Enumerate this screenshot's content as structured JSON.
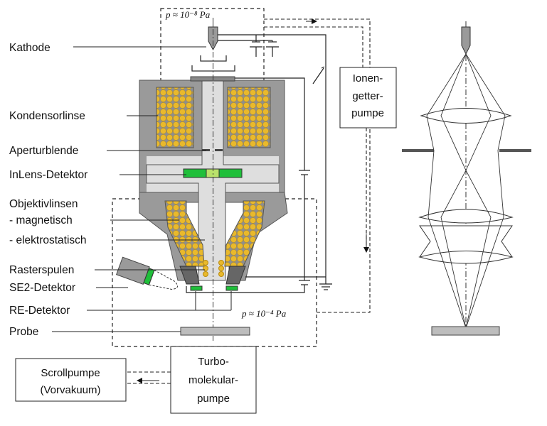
{
  "labels": {
    "kathode": "Kathode",
    "kondensorlinse": "Kondensorlinse",
    "aperturblende": "Aperturblende",
    "inlens": "InLens-Detektor",
    "objektiv1": "Objektivlinsen",
    "objektiv2": "- magnetisch",
    "objektiv3": "- elektrostatisch",
    "rasterspulen": "Rasterspulen",
    "se2": "SE2-Detektor",
    "re": "RE-Detektor",
    "probe": "Probe"
  },
  "pressure": {
    "high_vacuum": "p ≈ 10⁻⁸ Pa",
    "chamber": "p ≈ 10⁻⁴ Pa"
  },
  "pumps": {
    "ion": [
      "Ionen-",
      "getter-",
      "pumpe"
    ],
    "turbo": [
      "Turbo-",
      "molekular-",
      "pumpe"
    ],
    "scroll": [
      "Scrollpumpe",
      "(Vorvakuum)"
    ]
  },
  "colors": {
    "coil": "#e9b92c",
    "detector_green": "#1fbf3a",
    "detector_light": "#b9e26b",
    "body_gray": "#9a9a9a",
    "inner_gray": "#dedede",
    "lens_gray": "#c8c8c8"
  }
}
